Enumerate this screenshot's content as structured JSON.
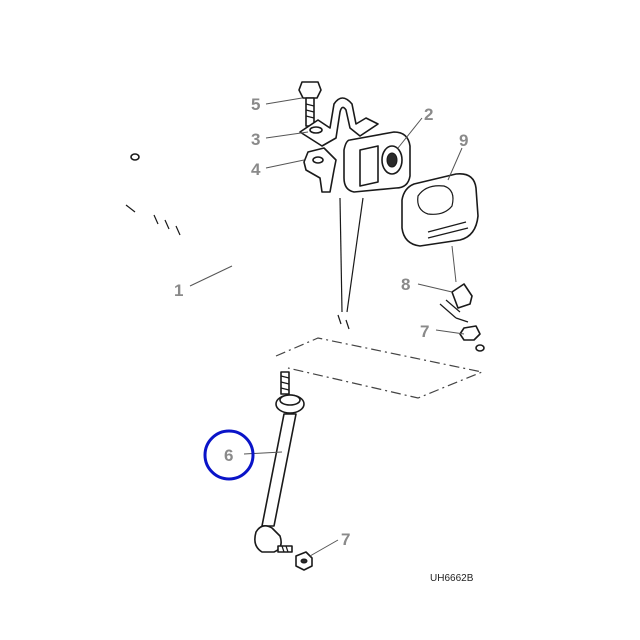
{
  "diagram": {
    "callouts": [
      {
        "id": "p1",
        "label": "1"
      },
      {
        "id": "p2",
        "label": "2"
      },
      {
        "id": "p3",
        "label": "3"
      },
      {
        "id": "p4",
        "label": "4"
      },
      {
        "id": "p5",
        "label": "5"
      },
      {
        "id": "p6",
        "label": "6",
        "highlighted": true
      },
      {
        "id": "p7a",
        "label": "7"
      },
      {
        "id": "p7b",
        "label": "7"
      },
      {
        "id": "p8",
        "label": "8"
      },
      {
        "id": "p9",
        "label": "9"
      }
    ],
    "code": "UH6662B",
    "colors": {
      "callout": "#8a8a8a",
      "highlight": "#0a14c8",
      "line": "#1a1a1a"
    }
  }
}
